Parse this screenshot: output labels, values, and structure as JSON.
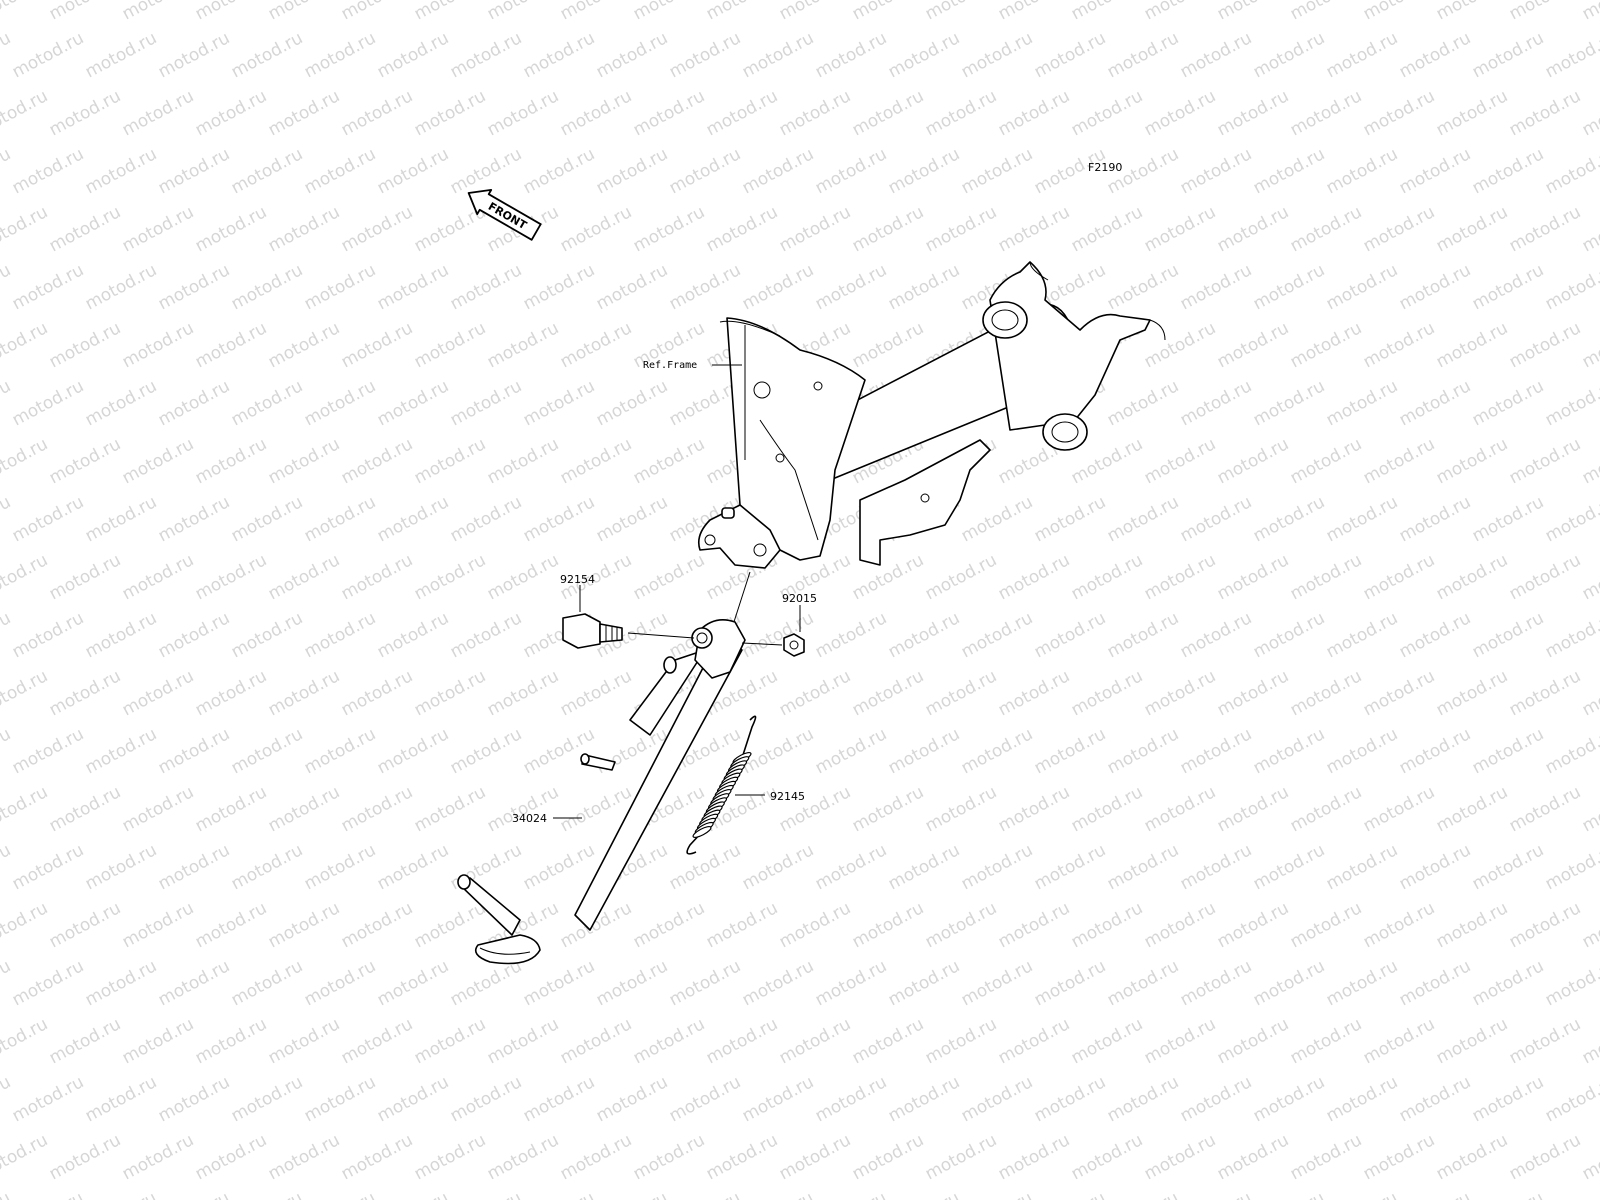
{
  "diagram": {
    "figure_code": "F2190",
    "direction_label": "FRONT",
    "frame_reference": "Ref.Frame",
    "parts": [
      {
        "number": "92154"
      },
      {
        "number": "92015"
      },
      {
        "number": "92145"
      },
      {
        "number": "34024"
      }
    ]
  },
  "watermark": {
    "text": "motod.ru",
    "color": "#d6d6d6"
  },
  "colors": {
    "line": "#000000",
    "background": "#ffffff"
  }
}
